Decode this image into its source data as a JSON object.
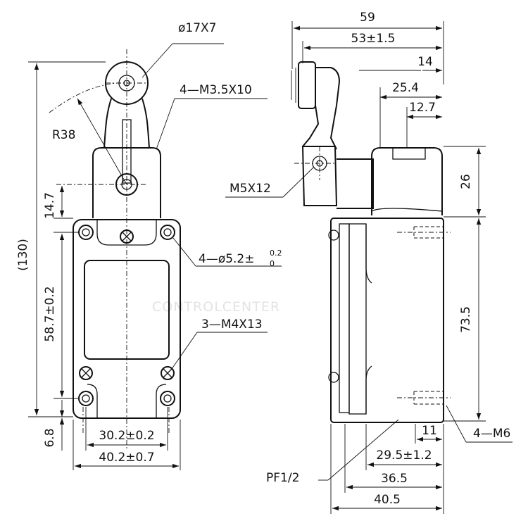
{
  "watermark": "CONTROLCENTER",
  "front_view": {
    "roller": "ø17X7",
    "radius": "R38",
    "lever_screws": "4—M3.5X10",
    "overall_height": "(130)",
    "dim_14_7": "14.7",
    "dim_58_7": "58.7±0.2",
    "dim_6_8": "6.8",
    "mount_holes_main": "4—ø5.2±",
    "mount_holes_tol_upper": "0.2",
    "mount_holes_tol_lower": "0",
    "cover_screws": "3—M4X13",
    "hole_pitch": "30.2±0.2",
    "body_width": "40.2±0.7"
  },
  "side_view": {
    "dim_59": "59",
    "dim_53": "53±1.5",
    "dim_14": "14",
    "dim_25_4": "25.4",
    "dim_12_7": "12.7",
    "lever_bolt": "M5X12",
    "dim_26": "26",
    "dim_73_5": "73.5",
    "dim_11": "11",
    "mount_thread": "4—M6",
    "dim_29_5": "29.5±1.2",
    "conduit": "PF1/2",
    "dim_36_5": "36.5",
    "dim_40_5": "40.5"
  }
}
